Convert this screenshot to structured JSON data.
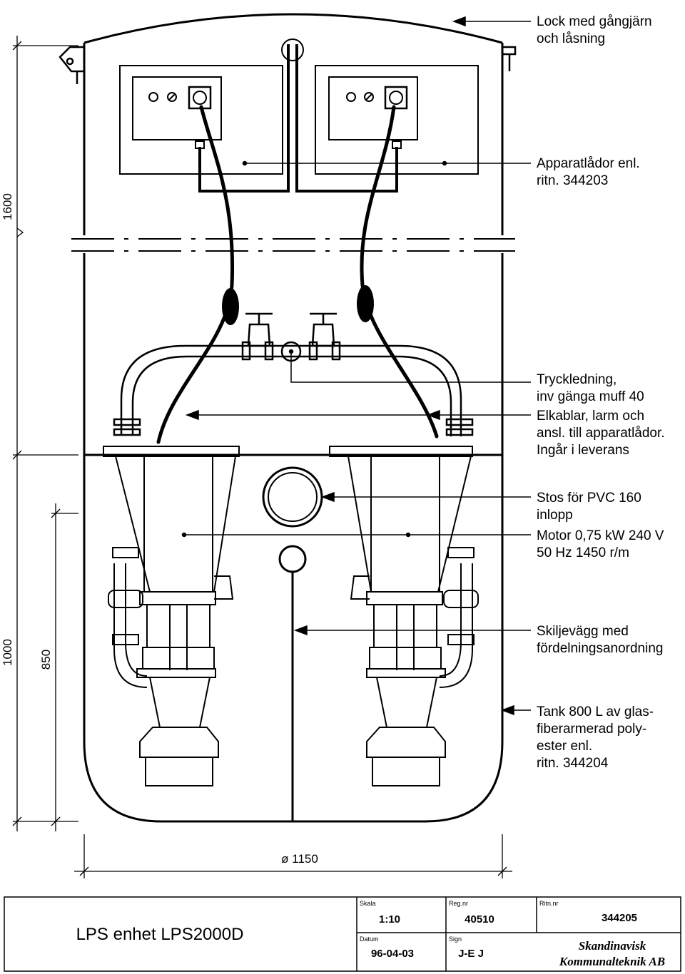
{
  "labels": {
    "lid": [
      "Lock med gångjärn",
      "och låsning"
    ],
    "boxes": [
      "Apparatlådor enl.",
      "ritn. 344203"
    ],
    "pressure_line": [
      "Tryckledning,",
      "inv gänga muff 40"
    ],
    "cables": [
      "Elkablar, larm och",
      "ansl. till apparatlådor.",
      "Ingår i leverans"
    ],
    "inlet": [
      "Stos för PVC 160",
      "inlopp"
    ],
    "motor": [
      "Motor 0,75 kW 240 V",
      "50 Hz  1450 r/m"
    ],
    "partition": [
      "Skiljevägg med",
      "fördelningsanordning"
    ],
    "tank": [
      "Tank 800 L av glas-",
      "fiberarmerad poly-",
      "ester enl.",
      "ritn. 344204"
    ]
  },
  "dimensions": {
    "total_height": "1600",
    "lower_height": "1000",
    "inner_height": "850",
    "diameter": "ø 1150"
  },
  "title_block": {
    "title": "LPS enhet LPS2000D",
    "scale_label": "Skala",
    "scale_value": "1:10",
    "reg_label": "Reg.nr",
    "reg_value": "40510",
    "drawing_label": "Ritn.nr",
    "drawing_value": "344205",
    "date_label": "Datum",
    "date_value": "96-04-03",
    "sign_label": "Sign",
    "sign_value": "J-E J",
    "company": [
      "Skandinavisk",
      "Kommunalteknik AB"
    ]
  }
}
